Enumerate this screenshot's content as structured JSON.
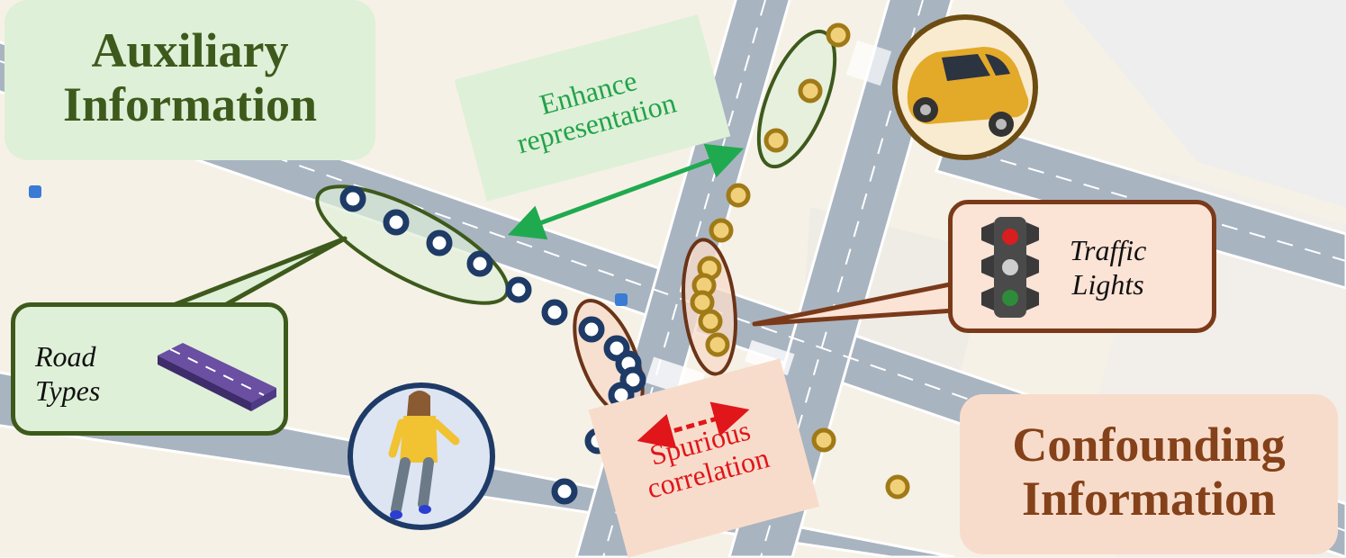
{
  "labels": {
    "auxiliary": [
      "Auxiliary",
      "Information"
    ],
    "confounding": [
      "Confounding",
      "Information"
    ],
    "enhance": [
      "Enhance",
      "representation"
    ],
    "spurious": [
      "Spurious",
      "correlation"
    ],
    "road_types": [
      "Road",
      "Types"
    ],
    "traffic_lights": [
      "Traffic",
      "Lights"
    ]
  },
  "icons": {
    "car": "car-icon",
    "pedestrian": "pedestrian-icon",
    "road": "road-segment-icon",
    "traffic_light": "traffic-light-icon"
  },
  "colors": {
    "auxiliary_fill": "#dff0d8",
    "auxiliary_text": "#3d5a1c",
    "confounding_fill": "#f8dccb",
    "confounding_text": "#84411a",
    "enhance_arrow": "#1faa4f",
    "spurious_arrow": "#e0161b",
    "pedestrian_point": "#1e3a66",
    "vehicle_point": "#d4a52b"
  }
}
